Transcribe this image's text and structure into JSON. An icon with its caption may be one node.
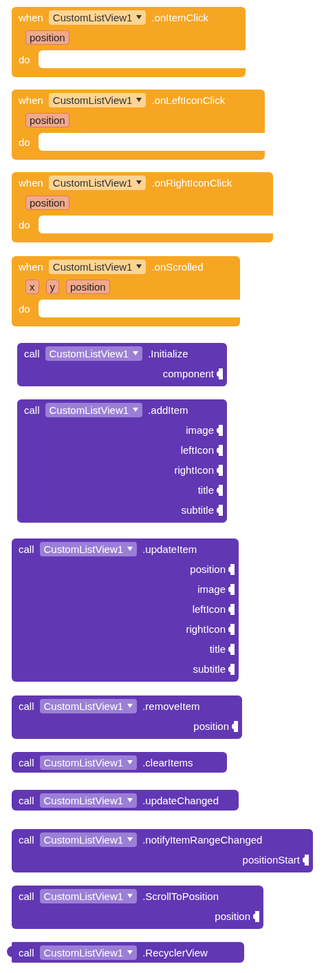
{
  "diagram": {
    "nodes": [
      {
        "text": [
          "when",
          ".onItemClick",
          "do"
        ]
      },
      {
        "text": [
          "CustomListView1"
        ],
        "in": 0
      },
      {
        "text": [
          "position"
        ],
        "in": 0
      },
      {
        "text": [
          "when",
          ".onLeftIconClick",
          "do"
        ]
      },
      {
        "text": [
          "CustomListView1"
        ],
        "in": 3
      },
      {
        "text": [
          "position"
        ],
        "in": 3
      },
      {
        "text": [
          "when",
          ".onRightIconClick",
          "do"
        ]
      },
      {
        "text": [
          "CustomListView1"
        ],
        "in": 6
      },
      {
        "text": [
          "position"
        ],
        "in": 6
      },
      {
        "text": [
          "when",
          ".onScrolled",
          "do"
        ]
      },
      {
        "text": [
          "CustomListView1"
        ],
        "in": 9
      },
      {
        "text": [
          "x"
        ],
        "in": 9
      },
      {
        "text": [
          "y"
        ],
        "in": 9
      },
      {
        "text": [
          "position"
        ],
        "in": 9
      },
      {
        "text": [
          "call",
          ".Initialize",
          "component"
        ]
      },
      {
        "text": [
          "CustomListView1"
        ],
        "in": 14
      },
      {
        "text": [
          "call",
          ".addItem",
          "image",
          "leftIcon",
          "rightIcon",
          "title",
          "subtitle"
        ]
      },
      {
        "text": [
          "CustomListView1"
        ],
        "in": 16
      },
      {
        "text": [
          "call",
          ".updateItem",
          "position",
          "image",
          "leftIcon",
          "rightIcon",
          "title",
          "subtitle"
        ]
      },
      {
        "text": [
          "CustomListView1"
        ],
        "in": 18
      },
      {
        "text": [
          "call",
          ".removeItem",
          "position"
        ]
      },
      {
        "text": [
          "CustomListView1"
        ],
        "in": 20
      },
      {
        "text": [
          "call",
          ".clearItems"
        ]
      },
      {
        "text": [
          "CustomListView1"
        ],
        "in": 22
      },
      {
        "text": [
          "call",
          ".updateChanged"
        ]
      },
      {
        "text": [
          "CustomListView1"
        ],
        "in": 24
      },
      {
        "text": [
          "call",
          ".notifyItemRangeChanged",
          "positionStart"
        ]
      },
      {
        "text": [
          "CustomListView1"
        ],
        "in": 26
      },
      {
        "text": [
          "call",
          ".ScrollToPosition",
          "position"
        ]
      },
      {
        "text": [
          "CustomListView1"
        ],
        "in": 28
      },
      {
        "text": [
          "call",
          ".RecyclerView"
        ]
      },
      {
        "text": [
          "CustomListView1"
        ],
        "in": 30
      },
      {
        "text": [],
        "shape": "box",
        "in": 0
      },
      {
        "text": [],
        "shape": "box",
        "in": 3
      },
      {
        "text": [],
        "shape": "box",
        "in": 6
      },
      {
        "text": [],
        "shape": "box",
        "in": 9
      }
    ]
  }
}
